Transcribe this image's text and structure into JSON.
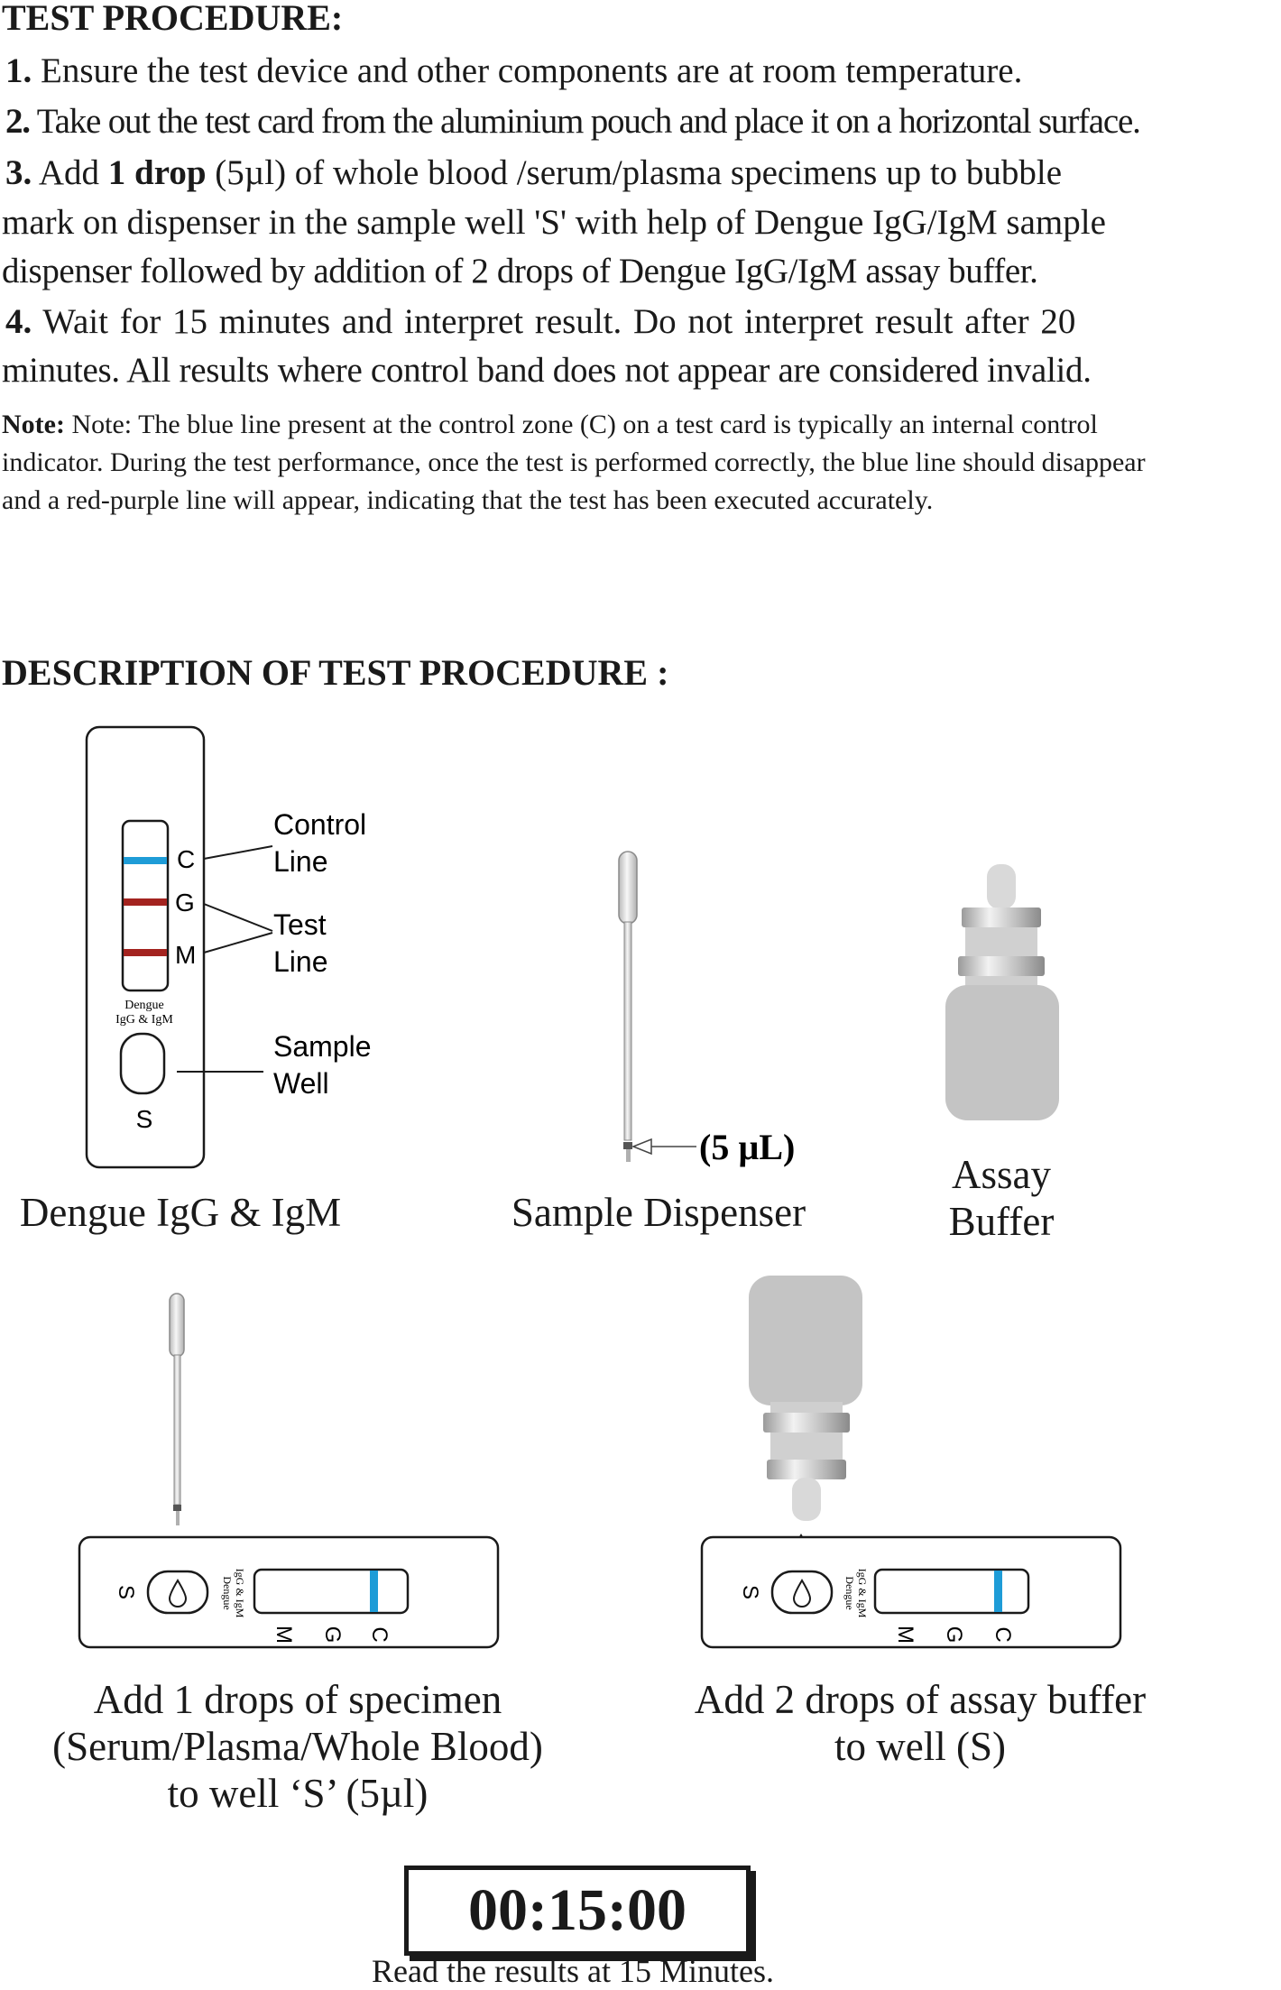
{
  "procedure": {
    "heading": "TEST PROCEDURE:",
    "step1": {
      "num": "1.",
      "text": "Ensure the test device and other components are at room temperature."
    },
    "step2": {
      "num": "2.",
      "text": "Take out the test card from the aluminium pouch and place it on a horizontal surface."
    },
    "step3": {
      "num": "3.",
      "pre": "Add ",
      "bold": "1 drop",
      "post": " (5µl) of whole blood /serum/plasma specimens up to bubble",
      "line2": "mark on dispenser in the sample well 'S' with help of Dengue IgG/IgM sample",
      "line3": "dispenser followed by addition of 2 drops of Dengue IgG/IgM assay buffer."
    },
    "step4": {
      "num": "4.",
      "line1": "Wait for 15 minutes and interpret result. Do not interpret result after 20",
      "line2": "minutes. All results where control band does not appear are considered invalid."
    },
    "note": {
      "label": "Note:",
      "line1": "Note: The blue line present at the control zone (C) on a test card is typically an internal control",
      "line2": "indicator. During the test performance, once the test is performed correctly, the blue line should disappear",
      "line3": "and a red-purple line will appear, indicating that the test has been executed accurately."
    }
  },
  "description": {
    "heading": "DESCRIPTION OF  TEST PROCEDURE :",
    "card": {
      "label_c": "C",
      "label_g": "G",
      "label_m": "M",
      "brand_line1": "Dengue",
      "brand_line2": "IgG & IgM",
      "label_s": "S",
      "control_line_1": "Control",
      "control_line_2": "Line",
      "test_line_1": "Test",
      "test_line_2": "Line",
      "sample_well_1": "Sample",
      "sample_well_2": "Well",
      "caption": "Dengue IgG & IgM"
    },
    "dispenser": {
      "volume": "(5 µL)",
      "caption": "Sample Dispenser"
    },
    "buffer": {
      "caption_1": "Assay",
      "caption_2": "Buffer"
    },
    "step_specimen": {
      "caption_1": "Add 1 drops of specimen",
      "caption_2": "(Serum/Plasma/Whole Blood)",
      "caption_3": "to well ‘S’ (5µl)"
    },
    "step_buffer": {
      "caption_1": "Add 2 drops of assay buffer",
      "caption_2": "to well (S)"
    },
    "timer": {
      "display": "00:15:00",
      "caption": "Read the results at 15 Minutes."
    }
  },
  "colors": {
    "control_blue": "#1e9cd7",
    "test_red": "#a3231f",
    "bottle_grey": "#c4c4c4"
  }
}
